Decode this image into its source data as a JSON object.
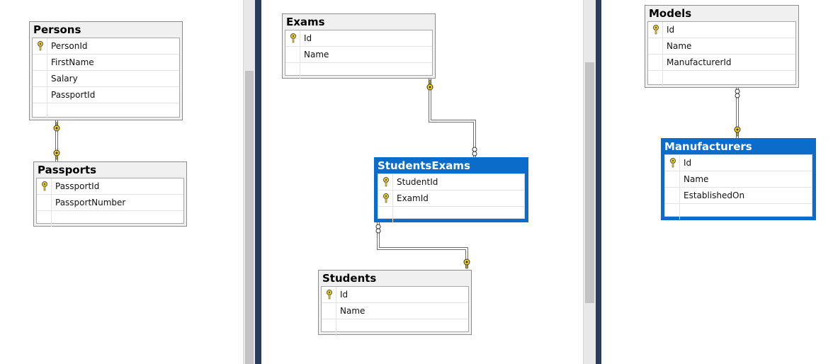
{
  "tables": {
    "persons": {
      "name": "Persons",
      "columns": [
        {
          "name": "PersonId",
          "pk": true
        },
        {
          "name": "FirstName",
          "pk": false
        },
        {
          "name": "Salary",
          "pk": false
        },
        {
          "name": "PassportId",
          "pk": false
        }
      ]
    },
    "passports": {
      "name": "Passports",
      "columns": [
        {
          "name": "PassportId",
          "pk": true
        },
        {
          "name": "PassportNumber",
          "pk": false
        }
      ]
    },
    "exams": {
      "name": "Exams",
      "columns": [
        {
          "name": "Id",
          "pk": true
        },
        {
          "name": "Name",
          "pk": false
        }
      ]
    },
    "studentsexams": {
      "name": "StudentsExams",
      "selected": true,
      "columns": [
        {
          "name": "StudentId",
          "pk": true
        },
        {
          "name": "ExamId",
          "pk": true
        }
      ]
    },
    "students": {
      "name": "Students",
      "columns": [
        {
          "name": "Id",
          "pk": true
        },
        {
          "name": "Name",
          "pk": false
        }
      ]
    },
    "models": {
      "name": "Models",
      "columns": [
        {
          "name": "Id",
          "pk": true
        },
        {
          "name": "Name",
          "pk": false
        },
        {
          "name": "ManufacturerId",
          "pk": false
        }
      ]
    },
    "manufacturers": {
      "name": "Manufacturers",
      "selected": true,
      "columns": [
        {
          "name": "Id",
          "pk": true
        },
        {
          "name": "Name",
          "pk": false
        },
        {
          "name": "EstablishedOn",
          "pk": false
        }
      ]
    }
  },
  "relationships": [
    {
      "from": "Persons",
      "to": "Passports",
      "type": "one-to-one"
    },
    {
      "from": "Exams",
      "to": "StudentsExams",
      "type": "one-to-many"
    },
    {
      "from": "Students",
      "to": "StudentsExams",
      "type": "one-to-many"
    },
    {
      "from": "Manufacturers",
      "to": "Models",
      "type": "one-to-many"
    }
  ],
  "colors": {
    "selected_header": "#0b6cc9",
    "key": "#f2d21b",
    "divider": "#2b3b5c"
  }
}
